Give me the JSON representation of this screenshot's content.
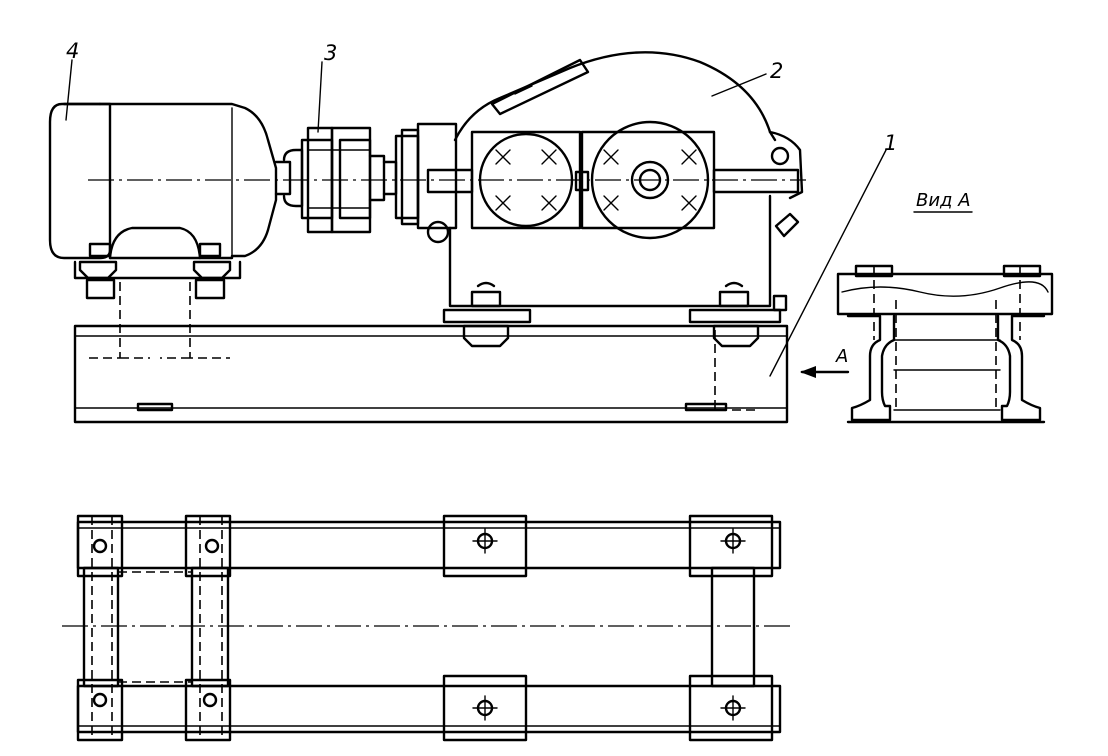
{
  "drawing": {
    "part_labels": [
      "4",
      "3",
      "2",
      "1"
    ],
    "view_title": "Вид А",
    "view_arrow_label": "А"
  }
}
